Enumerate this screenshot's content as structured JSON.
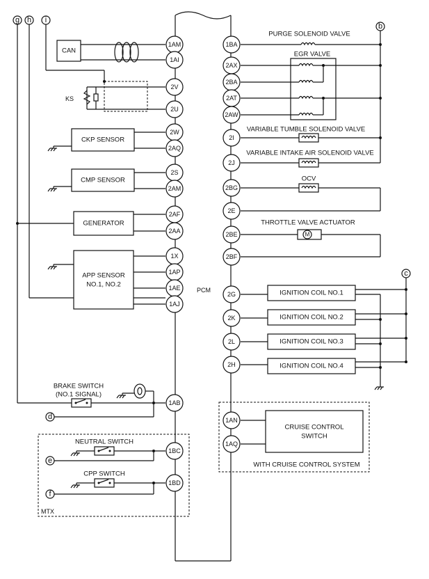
{
  "pcm": {
    "label": "PCM"
  },
  "connectors": {
    "g": "g",
    "h": "h",
    "i": "i",
    "b": "b",
    "c": "c",
    "d": "d",
    "e": "e",
    "f": "f"
  },
  "left_pins": [
    {
      "id": "1AM",
      "label": "1AM"
    },
    {
      "id": "1AI",
      "label": "1AI"
    },
    {
      "id": "2V",
      "label": "2V"
    },
    {
      "id": "2U",
      "label": "2U"
    },
    {
      "id": "2W",
      "label": "2W"
    },
    {
      "id": "2AQ",
      "label": "2AQ"
    },
    {
      "id": "2S",
      "label": "2S"
    },
    {
      "id": "2AM",
      "label": "2AM"
    },
    {
      "id": "2AF",
      "label": "2AF"
    },
    {
      "id": "2AA",
      "label": "2AA"
    },
    {
      "id": "1X",
      "label": "1X"
    },
    {
      "id": "1AP",
      "label": "1AP"
    },
    {
      "id": "1AE",
      "label": "1AE"
    },
    {
      "id": "1AJ",
      "label": "1AJ"
    },
    {
      "id": "1AB",
      "label": "1AB"
    },
    {
      "id": "1BC",
      "label": "1BC"
    },
    {
      "id": "1BD",
      "label": "1BD"
    }
  ],
  "right_pins": [
    {
      "id": "1BA",
      "label": "1BA"
    },
    {
      "id": "2AX",
      "label": "2AX"
    },
    {
      "id": "2BA",
      "label": "2BA"
    },
    {
      "id": "2AT",
      "label": "2AT"
    },
    {
      "id": "2AW",
      "label": "2AW"
    },
    {
      "id": "2I",
      "label": "2I"
    },
    {
      "id": "2J",
      "label": "2J"
    },
    {
      "id": "2BG",
      "label": "2BG"
    },
    {
      "id": "2E",
      "label": "2E"
    },
    {
      "id": "2BE",
      "label": "2BE"
    },
    {
      "id": "2BF",
      "label": "2BF"
    },
    {
      "id": "2G",
      "label": "2G"
    },
    {
      "id": "2K",
      "label": "2K"
    },
    {
      "id": "2L",
      "label": "2L"
    },
    {
      "id": "2H",
      "label": "2H"
    },
    {
      "id": "1AN",
      "label": "1AN"
    },
    {
      "id": "1AQ",
      "label": "1AQ"
    }
  ],
  "components": {
    "can": "CAN",
    "ks": "KS",
    "ckp": "CKP SENSOR",
    "cmp": "CMP SENSOR",
    "generator": "GENERATOR",
    "app_line1": "APP SENSOR",
    "app_line2": "NO.1, NO.2",
    "brake_line1": "BRAKE SWITCH",
    "brake_line2": "(NO.1 SIGNAL)",
    "neutral": "NEUTRAL SWITCH",
    "cpp": "CPP SWITCH",
    "mtx": "MTX",
    "purge": "PURGE SOLENOID VALVE",
    "egr": "EGR VALVE",
    "tumble": "VARIABLE TUMBLE SOLENOID VALVE",
    "intake": "VARIABLE INTAKE AIR SOLENOID VALVE",
    "ocv": "OCV",
    "throttle": "THROTTLE VALVE ACTUATOR",
    "motor": "M",
    "coil1": "IGNITION COIL NO.1",
    "coil2": "IGNITION COIL NO.2",
    "coil3": "IGNITION COIL NO.3",
    "coil4": "IGNITION COIL NO.4",
    "cruise_line1": "CRUISE CONTROL",
    "cruise_line2": "SWITCH",
    "cruise_group": "WITH CRUISE CONTROL SYSTEM"
  }
}
